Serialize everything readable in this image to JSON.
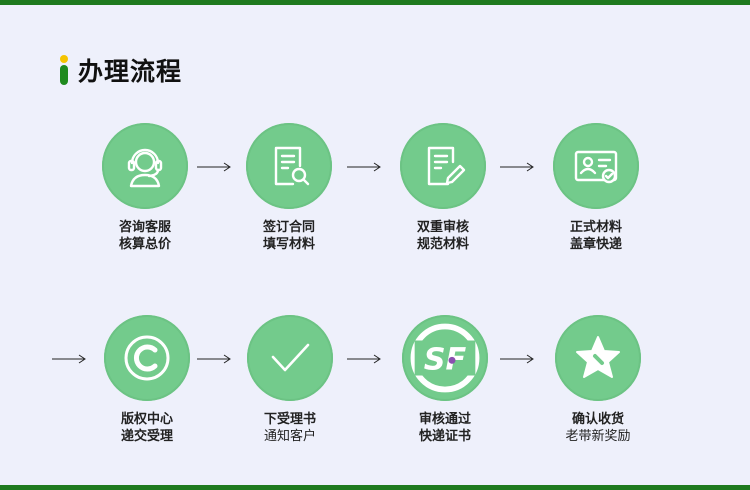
{
  "header": {
    "title": "办理流程"
  },
  "steps": [
    {
      "icon": "headset-icon",
      "line1": "咨询客服",
      "line2": "核算总价"
    },
    {
      "icon": "document-search-icon",
      "line1": "签订合同",
      "line2": "填写材料"
    },
    {
      "icon": "document-edit-icon",
      "line1": "双重审核",
      "line2": "规范材料"
    },
    {
      "icon": "id-card-check-icon",
      "line1": "正式材料",
      "line2": "盖章快递"
    },
    {
      "icon": "copyright-icon",
      "line1": "版权中心",
      "line2": "递交受理"
    },
    {
      "icon": "checkmark-icon",
      "line1": "下受理书",
      "line2": "通知客户"
    },
    {
      "icon": "sf-express-icon",
      "line1": "审核通过",
      "line2": "快递证书"
    },
    {
      "icon": "star-icon",
      "line1": "确认收货",
      "line2": "老带新奖励"
    }
  ],
  "colors": {
    "accent_green": "#73cb8c",
    "bar_green": "#1f7a1f",
    "dot_yellow": "#f5c400",
    "background": "#eef0fb"
  }
}
